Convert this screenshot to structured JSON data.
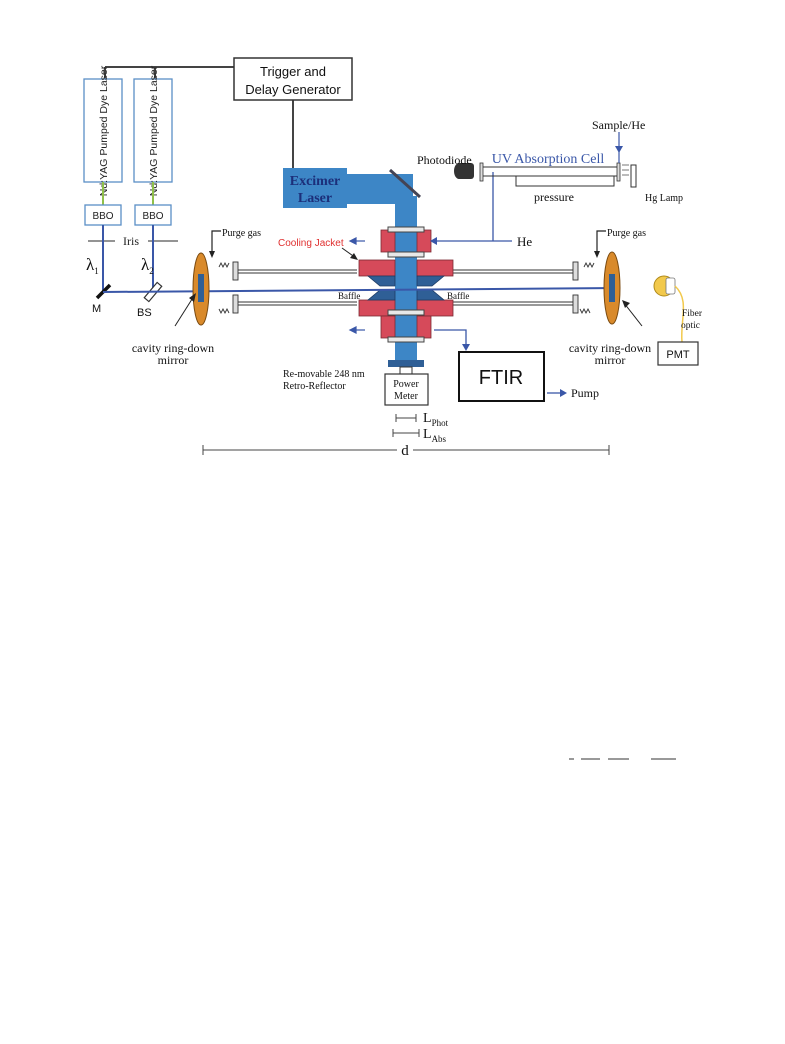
{
  "labels": {
    "trigger_line1": "Trigger and",
    "trigger_line2": "Delay Generator",
    "dye_laser_1": "Nd:YAG Pumped Dye Laser",
    "dye_laser_2": "Nd:YAG Pumped Dye Laser",
    "bbo_1": "BBO",
    "bbo_2": "BBO",
    "iris": "Iris",
    "lambda1": "λ",
    "lambda1_sub": "1",
    "lambda2": "λ",
    "lambda2_sub": "2",
    "mirror_m": "M",
    "beam_splitter": "BS",
    "crd_mirror_left_1": "cavity ring-down",
    "crd_mirror_left_2": "mirror",
    "crd_mirror_right_1": "cavity ring-down",
    "crd_mirror_right_2": "mirror",
    "purge_gas_left": "Purge gas",
    "purge_gas_right": "Purge gas",
    "excimer_1": "Excimer",
    "excimer_2": "Laser",
    "cooling_jacket": "Cooling Jacket",
    "photodiode": "Photodiode",
    "uv_cell": "UV Absorption Cell",
    "pressure": "pressure",
    "sample_he": "Sample/He",
    "hg_lamp": "Hg Lamp",
    "he": "He",
    "baffle_left": "Baffle",
    "baffle_right": "Baffle",
    "retro_1": "Re-movable 248 nm",
    "retro_2": "Retro-Reflector",
    "power_meter_1": "Power",
    "power_meter_2": "Meter",
    "ftir": "FTIR",
    "pump": "Pump",
    "l_phot": "L",
    "l_phot_sub": "Phot",
    "l_abs": "L",
    "l_abs_sub": "Abs",
    "d": "d",
    "fiber_optic_1": "Fiber",
    "fiber_optic_2": "optic",
    "pmt": "PMT"
  },
  "colors": {
    "excimer_beam": "#3d86c6",
    "probe_beam": "#3a57a8",
    "jacket_red": "#d64a5a",
    "baffle_blue": "#2f5f96",
    "mirror_orange": "#d98a2b",
    "cooling_label": "#e03030",
    "dye_box_border": "#5b8fc7",
    "bbo_link_green": "#8fc04a",
    "fiber_yellow": "#f2c94c"
  }
}
